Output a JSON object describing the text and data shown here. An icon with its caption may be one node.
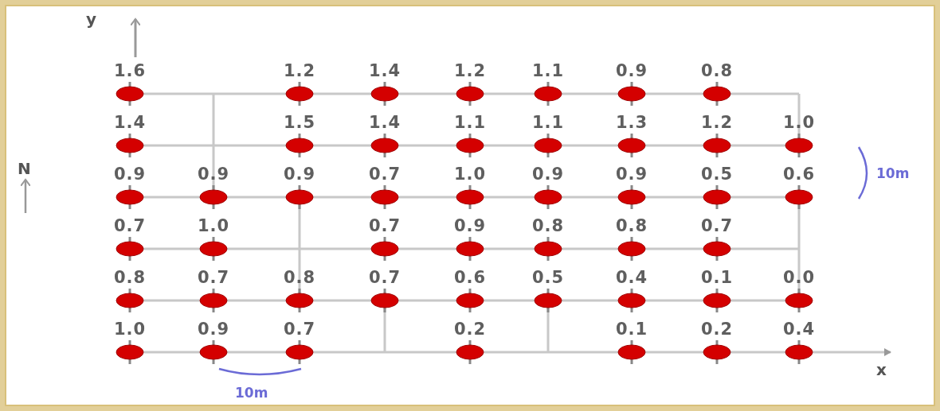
{
  "diagram": {
    "labels": [
      "y",
      "1.6",
      "1.2",
      "1.4",
      "1.2",
      "1.1",
      "0.9",
      "0.8",
      "1.4",
      "1.5",
      "1.4",
      "1.1",
      "1.1",
      "1.3",
      "1.2",
      "1.0",
      "N",
      "0.9",
      "0.9",
      "0.9",
      "0.7",
      "1.0",
      "0.9",
      "0.9",
      "0.5",
      "0.6",
      "10m",
      "0.7",
      "1.0",
      "0.7",
      "0.9",
      "0.8",
      "0.8",
      "0.7",
      "0.8",
      "0.7",
      "0.8",
      "0.7",
      "0.6",
      "0.5",
      "0.4",
      "0.1",
      "0.0",
      "1.0",
      "0.9",
      "0.7",
      "0.2",
      "0.1",
      "0.2",
      "0.4",
      "x",
      "10m"
    ]
  }
}
